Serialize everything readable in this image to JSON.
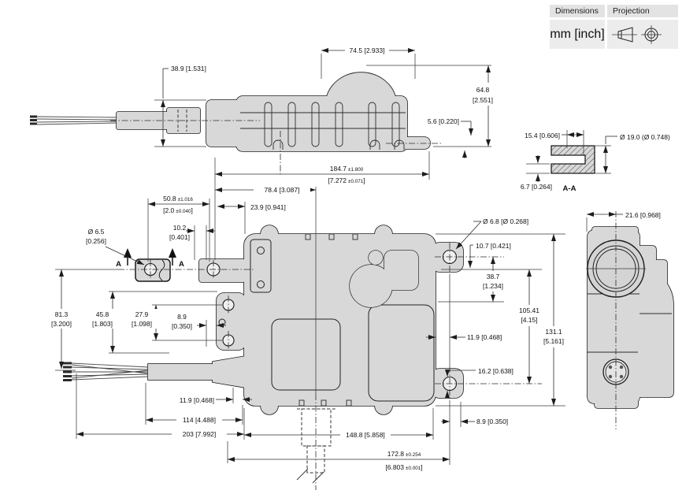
{
  "header": {
    "dimensions_label": "Dimensions",
    "projection_label": "Projection",
    "units": "mm [inch]"
  },
  "top_view": {
    "bracket_width": "38.9 [1.531]",
    "body_width": "74.5 [2.933]",
    "height_mm": "64.8",
    "height_in": "[2.551]",
    "flange_thickness": "5.6 [0.220]"
  },
  "section_aa": {
    "label": "A-A",
    "slot_width": "15.4 [0.606]",
    "outer_dia": "Ø 19.0 (Ø 0.748)",
    "wall_thickness": "6.7 [0.264]"
  },
  "front_view": {
    "section_arrow": "A",
    "overall_length": {
      "mm": "184.7",
      "mm_tol": "±1.800",
      "in_open": "[7.272",
      "in_tol": "±0.071",
      "in_close": "]"
    },
    "shaft_center_len": "78.4 [3.087]",
    "edge_offset": "23.9 [0.941]",
    "lever_len": {
      "mm": "50.8",
      "mm_tol": "±1.016",
      "in_open": "[2.0",
      "in_tol": "±0.040",
      "in_close": "]"
    },
    "key_width_mm": "10.2",
    "key_width_in": "[0.401]",
    "lever_hole_mm": "Ø 6.5",
    "lever_hole_in": "[0.256]",
    "mount_hole": "Ø 6.8 [Ø 0.268]",
    "hole_edge": "10.7 [0.421]",
    "hole_drop_mm": "38.7",
    "hole_drop_in": "[1.234]",
    "hole_span_mm": "105.41",
    "hole_span_in": "[4.15]",
    "overall_h_mm": "131.1",
    "overall_h_in": "[5.161]",
    "edge_hole": "11.9 [0.468]",
    "tab_h": "16.2 [0.638]",
    "tab_offset": "8.9 [0.350]",
    "lever_drop_mm": "81.3",
    "lever_drop_in": "[3.200]",
    "bracket_drop_mm": "45.8",
    "bracket_drop_in": "[1.803]",
    "bracket_span_mm": "27.9",
    "bracket_span_in": "[1.098]",
    "bracket_off_mm": "8.9",
    "bracket_off_in": "[0.350]",
    "cable_gap": "11.9 [0.468]",
    "cable_len": "114 [4.488]",
    "cable_total": "203 [7.992]",
    "mount_span": "148.8 [5.858]",
    "mount_total": {
      "mm": "172.8",
      "mm_tol": "±0.254",
      "in_open": "[6.803",
      "in_tol": "±0.001",
      "in_close": "]"
    }
  },
  "side_view": {
    "boss_offset": "21.6 [0.968]"
  }
}
